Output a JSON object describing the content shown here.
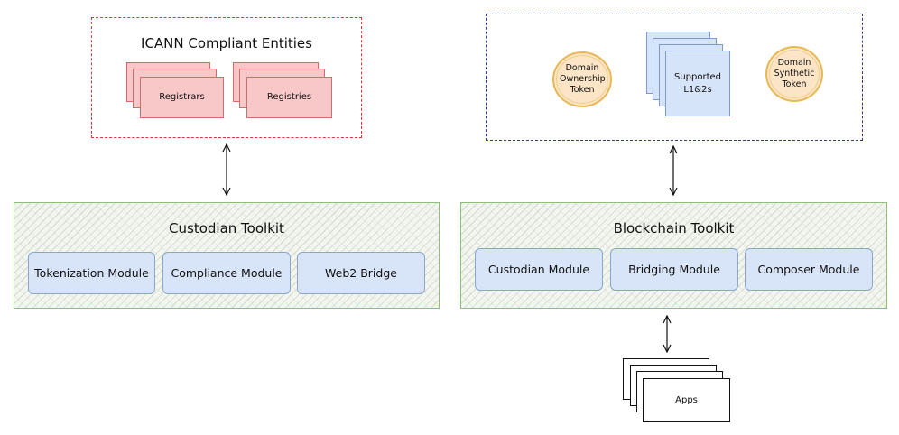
{
  "icann": {
    "title": "ICANN Compliant Entities",
    "registrars_label": "Registrars",
    "registries_label": "Registries"
  },
  "chain_assets": {
    "domain_ownership_token": "Domain Ownership Token",
    "supported_l2s": "Supported L1&2s",
    "domain_synthetic_token": "Domain Synthetic Token"
  },
  "custodian_toolkit": {
    "title": "Custodian Toolkit",
    "modules": [
      "Tokenization Module",
      "Compliance Module",
      "Web2 Bridge"
    ]
  },
  "blockchain_toolkit": {
    "title": "Blockchain Toolkit",
    "modules": [
      "Custodian Module",
      "Bridging Module",
      "Composer Module"
    ]
  },
  "apps": {
    "label": "Apps"
  },
  "colors": {
    "icann_border": "#e0333a",
    "chain_border": "#2b3aa8",
    "toolkit_border": "#8fc07a",
    "module_fill": "#d8e5f8",
    "token_fill": "#fbe5c6",
    "registrar_fill": "#f8c8c8"
  }
}
